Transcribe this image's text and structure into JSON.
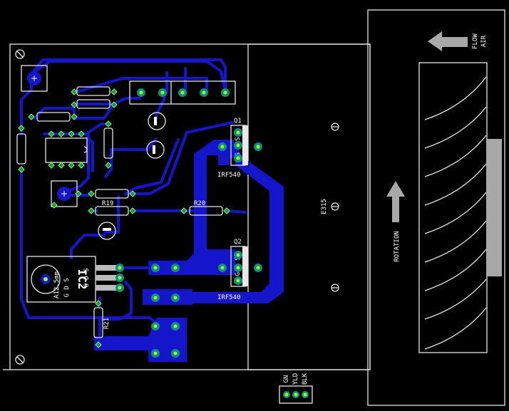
{
  "labels": {
    "q1": "Q1",
    "q2": "Q2",
    "q1_part": "IRF540",
    "q2_part": "IRF540",
    "r19": "R19",
    "r20": "R20",
    "r21": "R21",
    "ic2": "IC2",
    "ic2_pins": "G D S",
    "ic2_pins_bottom": "G D S",
    "ic2_hole": "A12.5mm",
    "heatsink": "E315",
    "flow": "FLOW",
    "air": "AIR",
    "rotation": "ROTATION",
    "connector_gn": "GN",
    "connector_yld": "YLD",
    "connector_blk": "BLK"
  },
  "colors": {
    "background": "#000000",
    "copper_trace": "#1515cc",
    "pad": "#0d8f86",
    "pad_hole": "#9dff00",
    "silkscreen": "#e8e8e8",
    "arrow": "#a8a8a8"
  }
}
